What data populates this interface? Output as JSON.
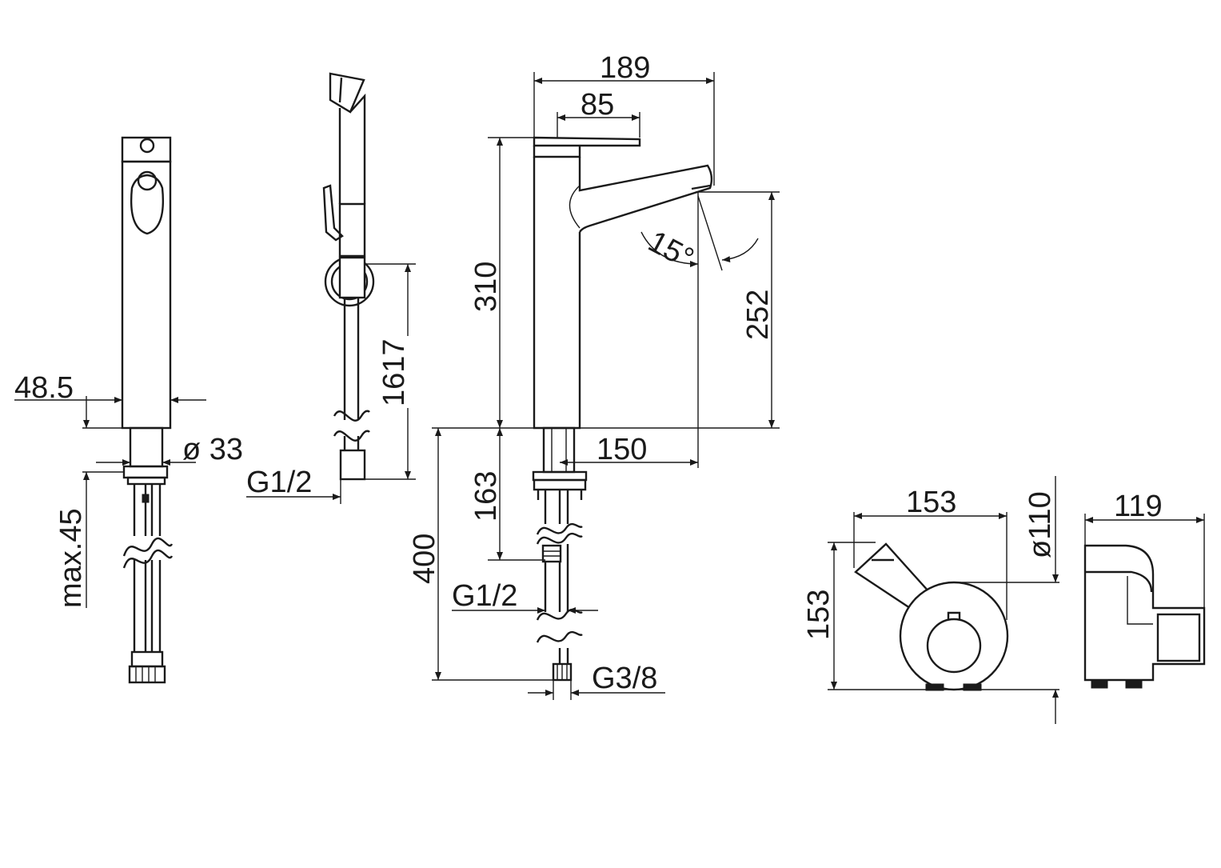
{
  "colors": {
    "line": "#1a1a1a",
    "background": "#ffffff"
  },
  "dimensions": {
    "overall_reach": "189",
    "lever_reach": "85",
    "body_height": "310",
    "spout_height": "252",
    "swivel_angle": "15°",
    "spout_projection": "150",
    "hose_connection": "G1/2",
    "shank_length": "163",
    "hose_length": "400",
    "angle_valve_connection": "G3/8",
    "side_offset": "48.5",
    "shank_diameter": "ø 33",
    "max_deck_thickness": "max.45",
    "shower_hose_length": "1617",
    "shower_connection": "G1/2",
    "unit_width": "153",
    "unit_depth": "153",
    "unit_diameter": "ø110",
    "unit_side_depth": "119"
  }
}
